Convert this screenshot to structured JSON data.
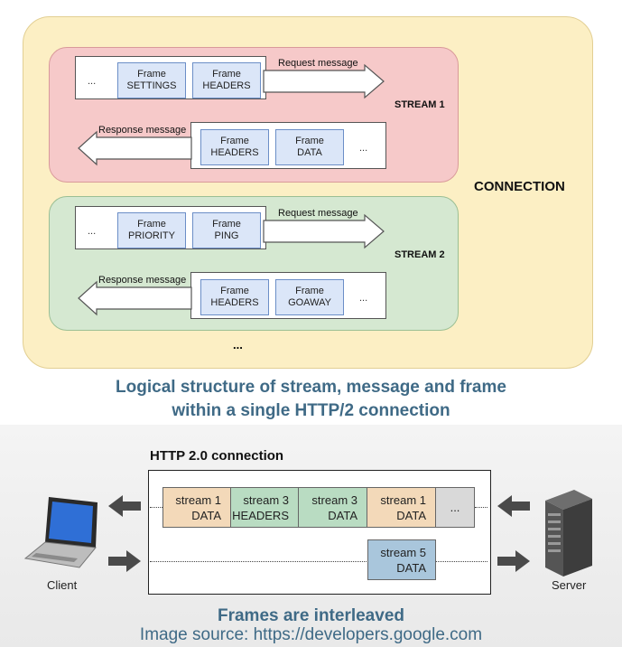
{
  "top_diagram": {
    "connection_label": "CONNECTION",
    "bottom_ellipsis": "...",
    "streams": [
      {
        "label": "STREAM 1",
        "request": {
          "label": "Request message",
          "ellipsis": "...",
          "frames": [
            {
              "l1": "Frame",
              "l2": "SETTINGS"
            },
            {
              "l1": "Frame",
              "l2": "HEADERS"
            }
          ]
        },
        "response": {
          "label": "Response message",
          "ellipsis": "...",
          "frames": [
            {
              "l1": "Frame",
              "l2": "HEADERS"
            },
            {
              "l1": "Frame",
              "l2": "DATA"
            }
          ]
        }
      },
      {
        "label": "STREAM 2",
        "request": {
          "label": "Request message",
          "ellipsis": "...",
          "frames": [
            {
              "l1": "Frame",
              "l2": "PRIORITY"
            },
            {
              "l1": "Frame",
              "l2": "PING"
            }
          ]
        },
        "response": {
          "label": "Response message",
          "ellipsis": "...",
          "frames": [
            {
              "l1": "Frame",
              "l2": "HEADERS"
            },
            {
              "l1": "Frame",
              "l2": "GOAWAY"
            }
          ]
        }
      }
    ],
    "caption_line1": "Logical structure of stream, message and frame",
    "caption_line2": "within a single HTTP/2 connection"
  },
  "bottom_diagram": {
    "title": "HTTP 2.0 connection",
    "row1": [
      {
        "l1": "stream 1",
        "l2": "DATA",
        "color": "#f3d9b9"
      },
      {
        "l1": "stream 3",
        "l2": "HEADERS",
        "color": "#b9dcc2"
      },
      {
        "l1": "stream 3",
        "l2": "DATA",
        "color": "#b9dcc2"
      },
      {
        "l1": "stream 1",
        "l2": "DATA",
        "color": "#f3d9b9"
      },
      {
        "l1": "...",
        "l2": "",
        "color": "#d9d9d9"
      }
    ],
    "row2": [
      {
        "l1": "stream 5",
        "l2": "DATA",
        "color": "#a9c6dc"
      }
    ],
    "client_label": "Client",
    "server_label": "Server",
    "caption": "Frames are interleaved",
    "source": "Image source: https://developers.google.com"
  }
}
